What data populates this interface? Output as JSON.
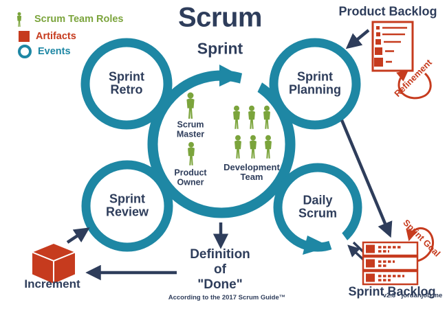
{
  "title": "Scrum",
  "legend": {
    "roles_label": "Scrum Team Roles",
    "artifacts_label": "Artifacts",
    "events_label": "Events"
  },
  "cycle": {
    "sprint_label": "Sprint",
    "sprint_retro_label": "Sprint Retro",
    "sprint_planning_label": "Sprint Planning",
    "sprint_review_label": "Sprint Review",
    "daily_scrum_label": "Daily Scrum"
  },
  "team": {
    "scrum_master_label": "Scrum Master",
    "product_owner_label": "Product Owner",
    "development_team_label": "Development Team"
  },
  "artifacts": {
    "product_backlog_label": "Product Backlog",
    "refinement_label": "Refinement",
    "sprint_backlog_label": "Sprint Backlog",
    "sprint_goal_label": "Sprint Goal",
    "increment_label": "Increment"
  },
  "footer": {
    "definition_of_done": "Definition\nof\n\"Done\"",
    "guide_note": "According to the 2017 Scrum Guide™",
    "version_note": "v2.3 -  jordanjob.me"
  },
  "colors": {
    "teal": "#1e87a4",
    "navy": "#2e3d5b",
    "green": "#7ba43c",
    "red": "#c63b1e"
  }
}
